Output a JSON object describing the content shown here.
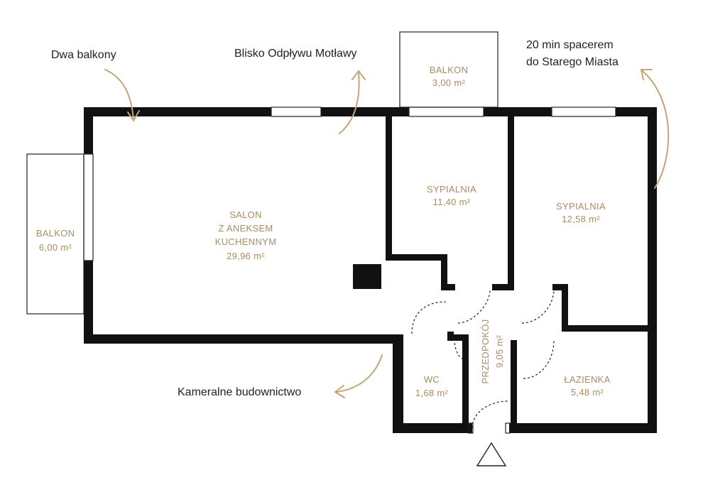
{
  "annotations": {
    "balconies": "Dwa balkony",
    "motlawa": "Blisko Odpływu Motławy",
    "walk_line1": "20 min spacerem",
    "walk_line2": "do Starego Miasta",
    "building": "Kameralne budownictwo"
  },
  "rooms": {
    "balkon_left": {
      "name": "BALKON",
      "area": "6,00 m²"
    },
    "balkon_top": {
      "name": "BALKON",
      "area": "3,00 m²"
    },
    "salon": {
      "line1": "SALON",
      "line2": "Z ANEKSEM",
      "line3": "KUCHENNYM",
      "area": "29,96 m²"
    },
    "sypialnia1": {
      "name": "SYPIALNIA",
      "area": "11,40 m²"
    },
    "sypialnia2": {
      "name": "SYPIALNIA",
      "area": "12,58 m²"
    },
    "przedpokoj": {
      "name": "PRZEDPOKÓJ",
      "area": "9,05 m²"
    },
    "wc": {
      "name": "WC",
      "area": "1,68 m²"
    },
    "lazienka": {
      "name": "ŁAZIENKA",
      "area": "5,48 m²"
    }
  },
  "colors": {
    "wall": "#111111",
    "label": "#a88d63",
    "arrow": "#c2a57a",
    "text": "#222222"
  },
  "icons": [
    "entrance-triangle-icon",
    "curved-arrow-icon"
  ]
}
